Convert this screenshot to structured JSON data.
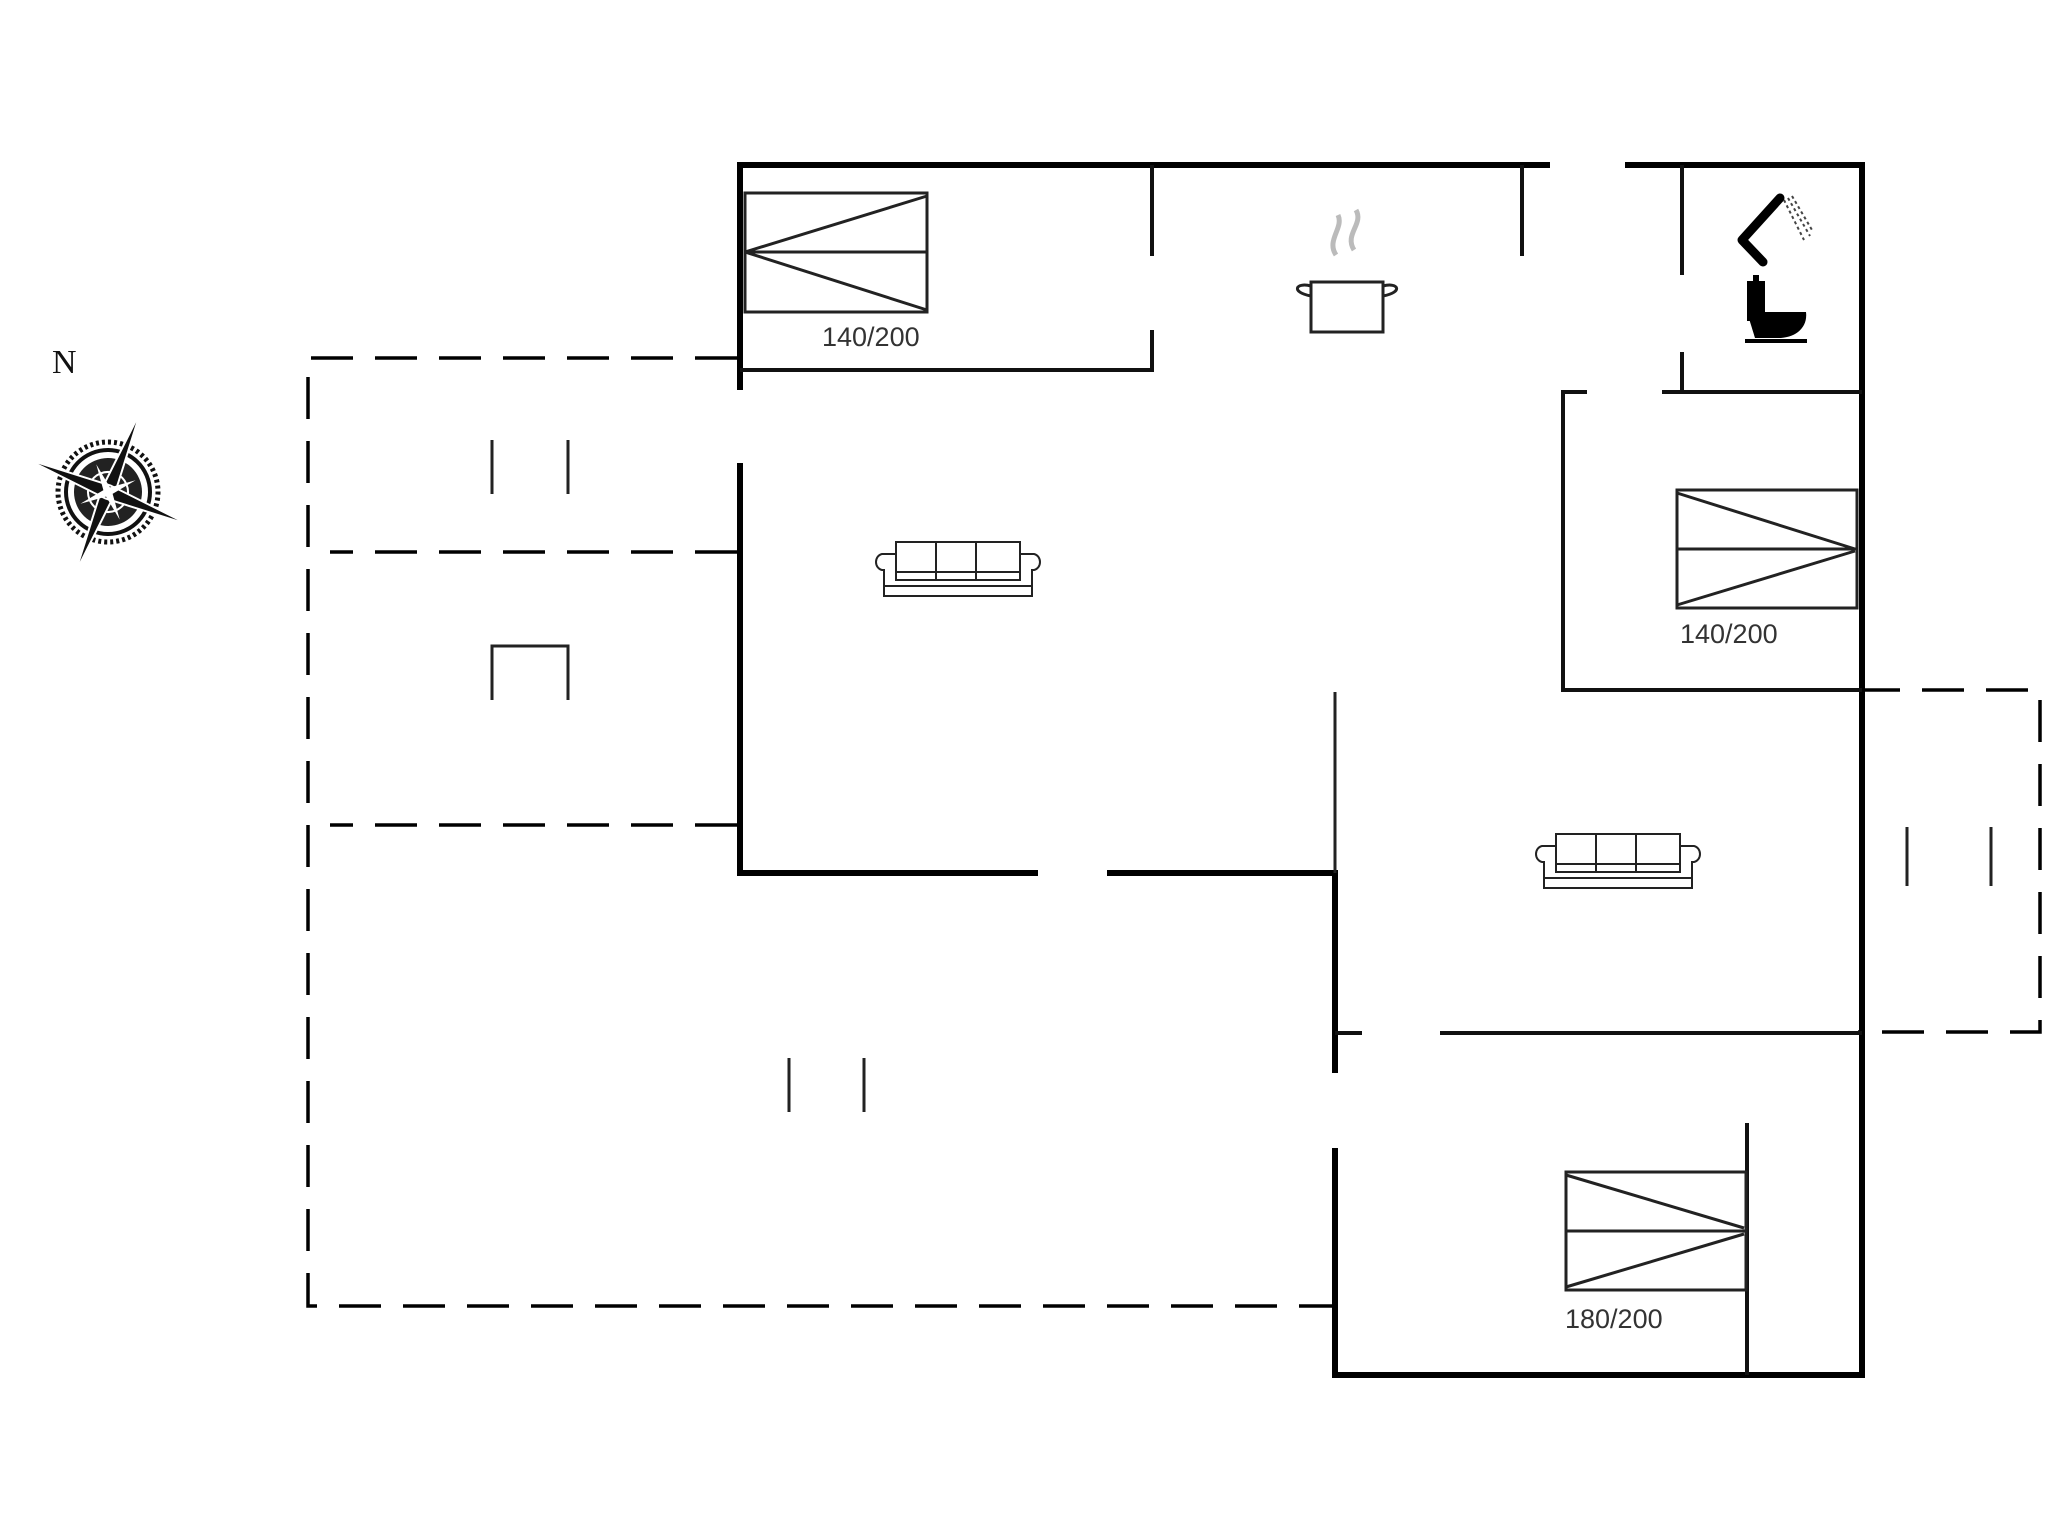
{
  "compass": {
    "north_label": "N",
    "icon": "compass-rose-icon"
  },
  "rooms": {
    "bedroom_1": {
      "bed_size": "140/200",
      "icon": "double-bed-icon"
    },
    "kitchen": {
      "icon": "cooking-pot-icon"
    },
    "bathroom": {
      "icons": [
        "shower-icon",
        "toilet-icon"
      ]
    },
    "living_room_1": {
      "icon": "sofa-icon"
    },
    "bedroom_2": {
      "bed_size": "140/200",
      "icon": "double-bed-icon"
    },
    "living_room_2": {
      "icon": "sofa-icon"
    },
    "bedroom_3": {
      "bed_size": "180/200",
      "icon": "double-bed-icon"
    }
  },
  "terraces": {
    "west_upper": {
      "icon": "door-marker-icon"
    },
    "west_middle": {
      "icon": "table-icon"
    },
    "south_west": {
      "icon": "door-marker-icon"
    },
    "east": {
      "icon": "door-marker-icon"
    }
  },
  "colors": {
    "wall": "#000000",
    "furniture": "#222222",
    "label": "#333333",
    "steam": "#bbbbbb",
    "background": "#ffffff"
  }
}
